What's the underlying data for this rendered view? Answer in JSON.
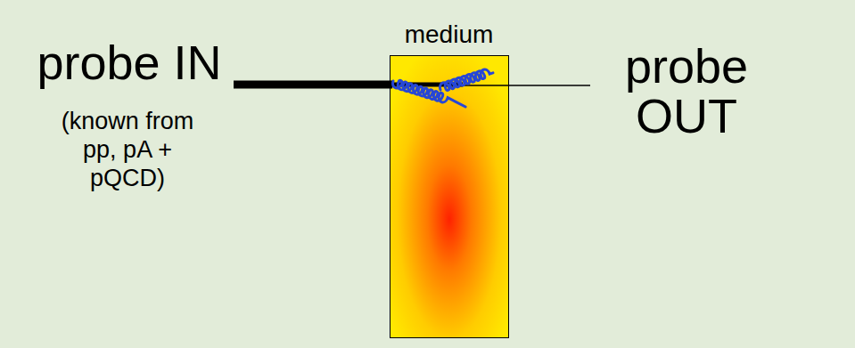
{
  "diagram": {
    "nodes": [
      {
        "text": [
          "medium"
        ]
      }
    ],
    "labels": [
      "probe IN",
      "(known from pp, pA + pQCD)",
      "probe OUT"
    ]
  }
}
